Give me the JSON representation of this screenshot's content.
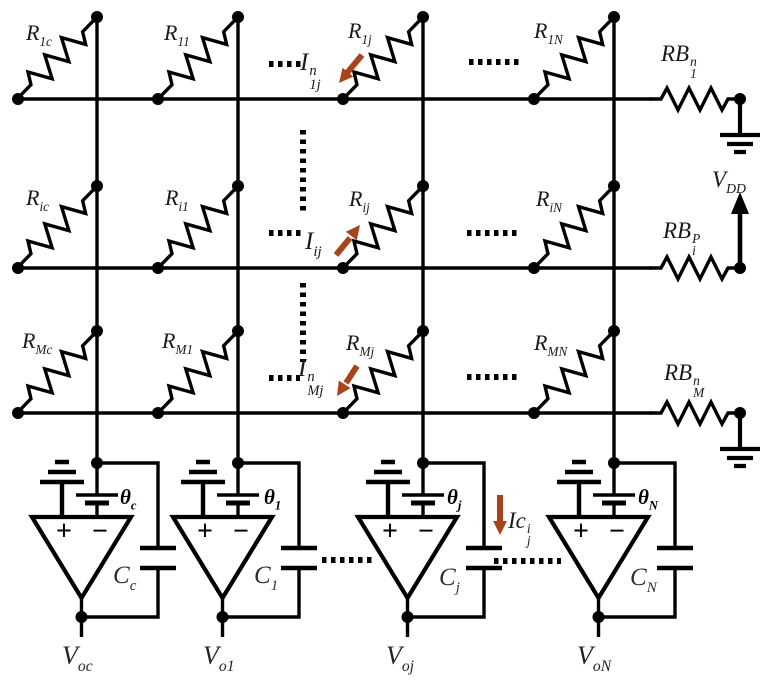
{
  "figure_labels": {
    "r1c": {
      "base": "R",
      "sub": "1c"
    },
    "r11": {
      "base": "R",
      "sub": "11"
    },
    "r1j": {
      "base": "R",
      "sub": "1j"
    },
    "r1n": {
      "base": "R",
      "sub": "1N"
    },
    "ric": {
      "base": "R",
      "sub": "ic"
    },
    "ri1": {
      "base": "R",
      "sub": "i1"
    },
    "rij": {
      "base": "R",
      "sub": "ij"
    },
    "rin": {
      "base": "R",
      "sub": "iN"
    },
    "rmc": {
      "base": "R",
      "sub": "Mc"
    },
    "rm1": {
      "base": "R",
      "sub": "M1"
    },
    "rmj": {
      "base": "R",
      "sub": "Mj"
    },
    "rmn": {
      "base": "R",
      "sub": "MN"
    },
    "rb1": {
      "base": "RB",
      "sup": "n",
      "sub": "1"
    },
    "rbi": {
      "base": "RB",
      "sup": "P",
      "sub": "i"
    },
    "rbm": {
      "base": "RB",
      "sup": "n",
      "sub": "M"
    },
    "vdd": {
      "base": "V",
      "sub": "DD"
    },
    "i1j": {
      "base": "I",
      "sup": "n",
      "sub": "1j"
    },
    "iij": {
      "base": "I",
      "sub": "ij"
    },
    "imj": {
      "base": "I",
      "sup": "n",
      "sub": "Mj"
    },
    "icj": {
      "base": "Ic",
      "sup": "i",
      "sub": "j"
    },
    "theta_c": {
      "base": "θ",
      "sub": "c"
    },
    "theta_1": {
      "base": "θ",
      "sub": "1"
    },
    "theta_j": {
      "base": "θ",
      "sub": "j"
    },
    "theta_n": {
      "base": "θ",
      "sub": "N"
    },
    "cc": {
      "base": "C",
      "sub": "c"
    },
    "c1": {
      "base": "C",
      "sub": "1"
    },
    "cj": {
      "base": "C",
      "sub": "j"
    },
    "cn": {
      "base": "C",
      "sub": "N"
    },
    "voc": {
      "base": "V",
      "sub": "oc"
    },
    "vo1": {
      "base": "V",
      "sub": "o1"
    },
    "voj": {
      "base": "V",
      "sub": "oj"
    },
    "von": {
      "base": "V",
      "sub": "oN"
    },
    "plus": "+",
    "minus": "−"
  },
  "colors": {
    "wire": "#000000",
    "label": "#1a1a1a",
    "current_arrow": "#a8441c",
    "background": "#ffffff"
  }
}
